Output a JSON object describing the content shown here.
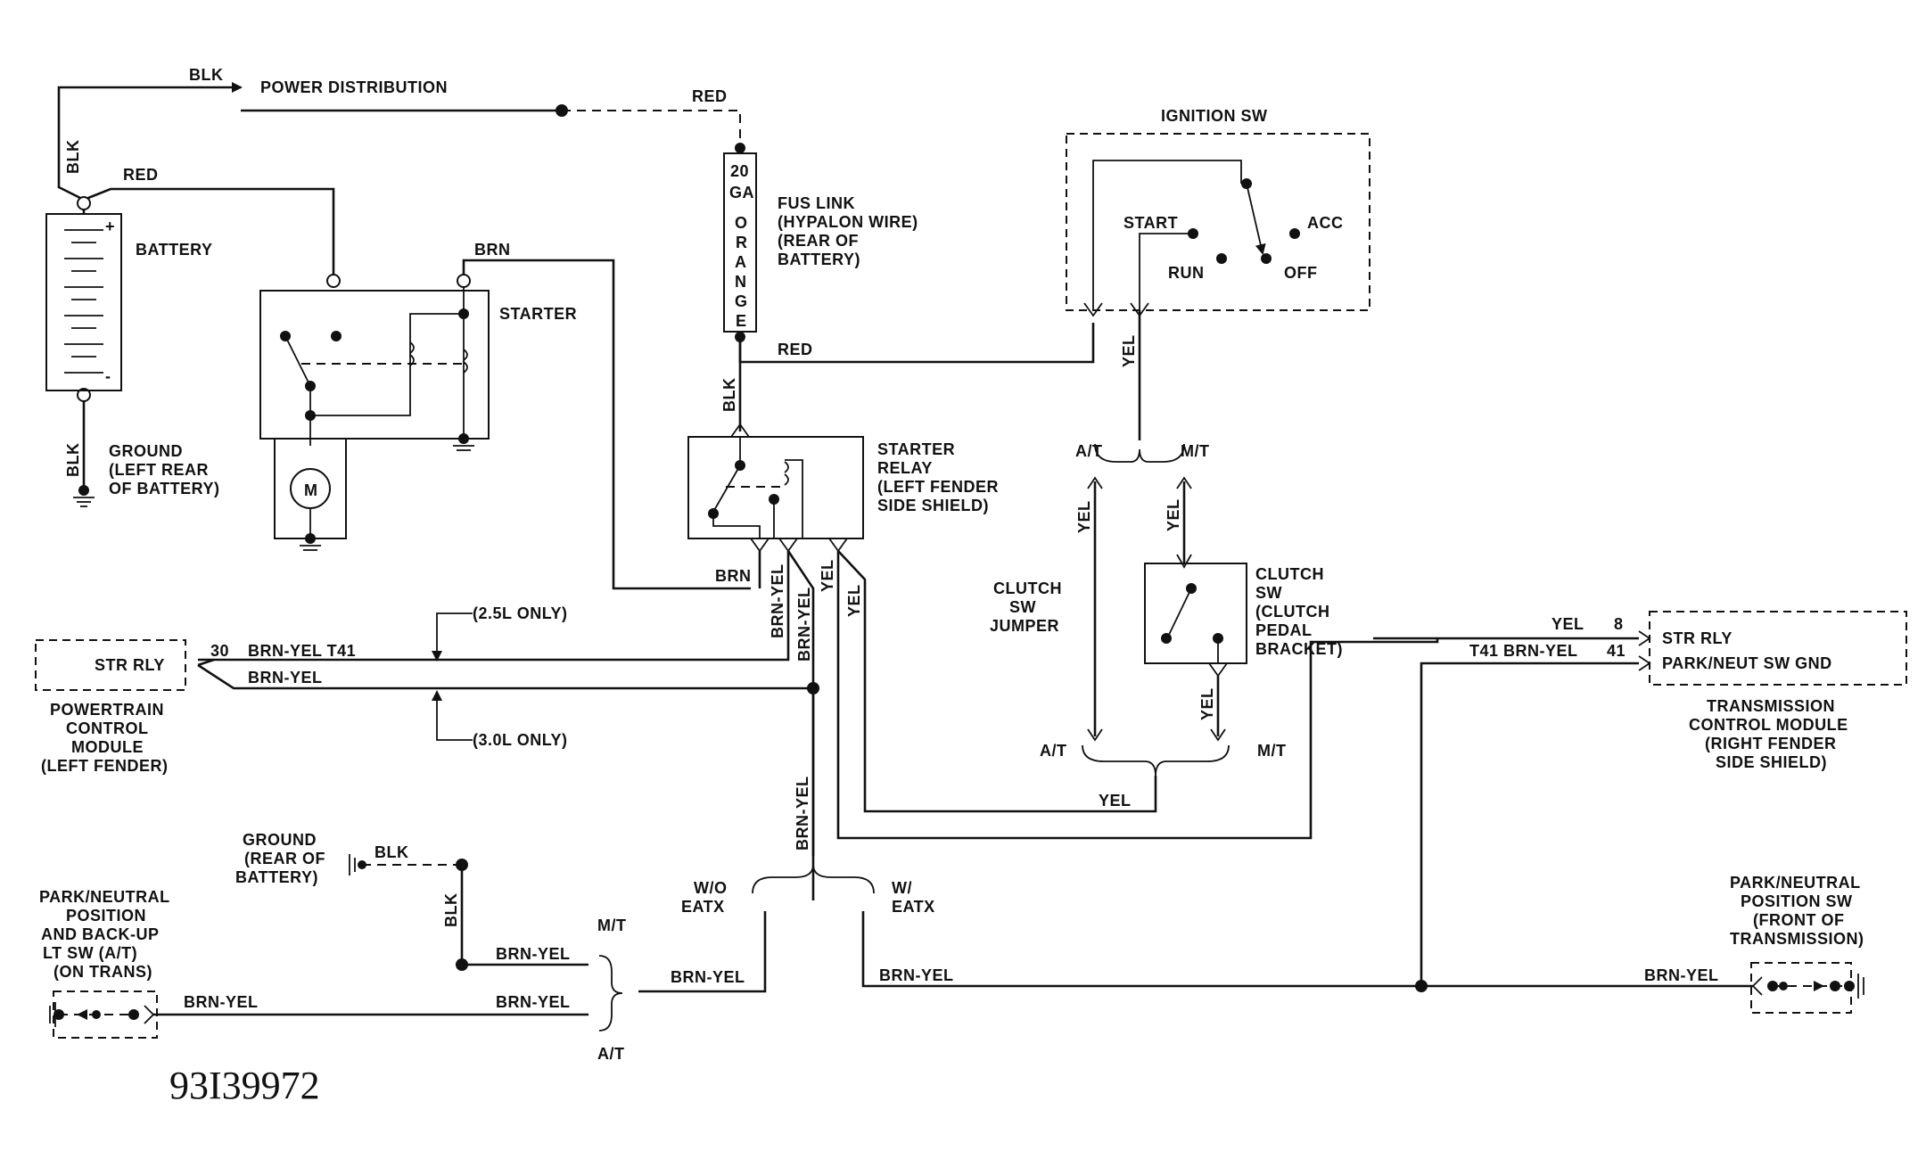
{
  "figure_id": "93I39972",
  "wires": {
    "blk_top": "BLK",
    "power_distribution": "POWER DISTRIBUTION",
    "red_top": "RED",
    "blk_vertical": "BLK",
    "red_battery": "RED",
    "brn_starter": "BRN",
    "red_fuse": "RED",
    "blk_fuse": "BLK",
    "yel_ign": "YEL",
    "brn_relay": "BRN",
    "brn_yel_relay": "BRN-YEL",
    "brn_yel_relay2": "BRN-YEL",
    "yel_relay": "YEL",
    "yel_relay2": "YEL",
    "brn_yel_pcm_t41": "BRN-YEL T41",
    "brn_yel_pcm": "BRN-YEL",
    "brn_yel_down": "BRN-YEL",
    "yel_at": "YEL",
    "yel_mt": "YEL",
    "yel_clutch_out": "YEL",
    "yel_bottom": "YEL",
    "blk_gnd_battery": "BLK",
    "blk_gnd_rear": "BLK",
    "blk_gnd_vertical": "BLK",
    "brn_yel_mt": "BRN-YEL",
    "brn_yel_at": "BRN-YEL",
    "brn_yel_pnp_left": "BRN-YEL",
    "brn_yel_wo_eatx": "BRN-YEL",
    "brn_yel_w_eatx": "BRN-YEL",
    "brn_yel_pnp_right": "BRN-YEL",
    "yel_tcm": "YEL",
    "t41_brn_yel_tcm": "T41 BRN-YEL"
  },
  "components": {
    "battery": "BATTERY",
    "battery_plus": "+",
    "battery_minus": "-",
    "ground_battery": [
      "GROUND",
      "(LEFT REAR",
      "OF BATTERY)"
    ],
    "starter": "STARTER",
    "motor": "M",
    "fuse_link": [
      "FUS LINK",
      "(HYPALON WIRE)",
      "(REAR OF",
      "BATTERY)"
    ],
    "fuse_label": [
      "20",
      "GA",
      "O",
      "R",
      "A",
      "N",
      "G",
      "E"
    ],
    "ignition_sw": "IGNITION SW",
    "ign_start": "START",
    "ign_acc": "ACC",
    "ign_run": "RUN",
    "ign_off": "OFF",
    "starter_relay": [
      "STARTER",
      "RELAY",
      "(LEFT FENDER",
      "SIDE SHIELD)"
    ],
    "at_top": "A/T",
    "mt_top": "M/T",
    "clutch_jumper": [
      "CLUTCH",
      "SW",
      "JUMPER"
    ],
    "clutch_sw": [
      "CLUTCH",
      "SW",
      "(CLUTCH",
      "PEDAL",
      "BRACKET)"
    ],
    "at_bottom": "A/T",
    "mt_bottom": "M/T",
    "pcm_box": "STR RLY",
    "pcm_pin": "30",
    "pcm": [
      "POWERTRAIN",
      "CONTROL",
      "MODULE",
      "(LEFT FENDER)"
    ],
    "note_25": "(2.5L ONLY)",
    "note_30": "(3.0L ONLY)",
    "tcm_box": [
      "STR RLY",
      "PARK/NEUT SW GND"
    ],
    "tcm_pin8": "8",
    "tcm_pin41": "41",
    "tcm": [
      "TRANSMISSION",
      "CONTROL MODULE",
      "(RIGHT FENDER",
      "SIDE SHIELD)"
    ],
    "ground_rear": [
      "GROUND",
      "(REAR OF",
      "BATTERY)"
    ],
    "pnp_left": [
      "PARK/NEUTRAL",
      "POSITION",
      "AND BACK-UP",
      "LT SW (A/T)",
      "(ON TRANS)"
    ],
    "mt_left": "M/T",
    "at_left": "A/T",
    "wo_eatx": [
      "W/O",
      "EATX"
    ],
    "w_eatx": [
      "W/",
      "EATX"
    ],
    "pnp_right": [
      "PARK/NEUTRAL",
      "POSITION SW",
      "(FRONT OF",
      "TRANSMISSION)"
    ]
  }
}
